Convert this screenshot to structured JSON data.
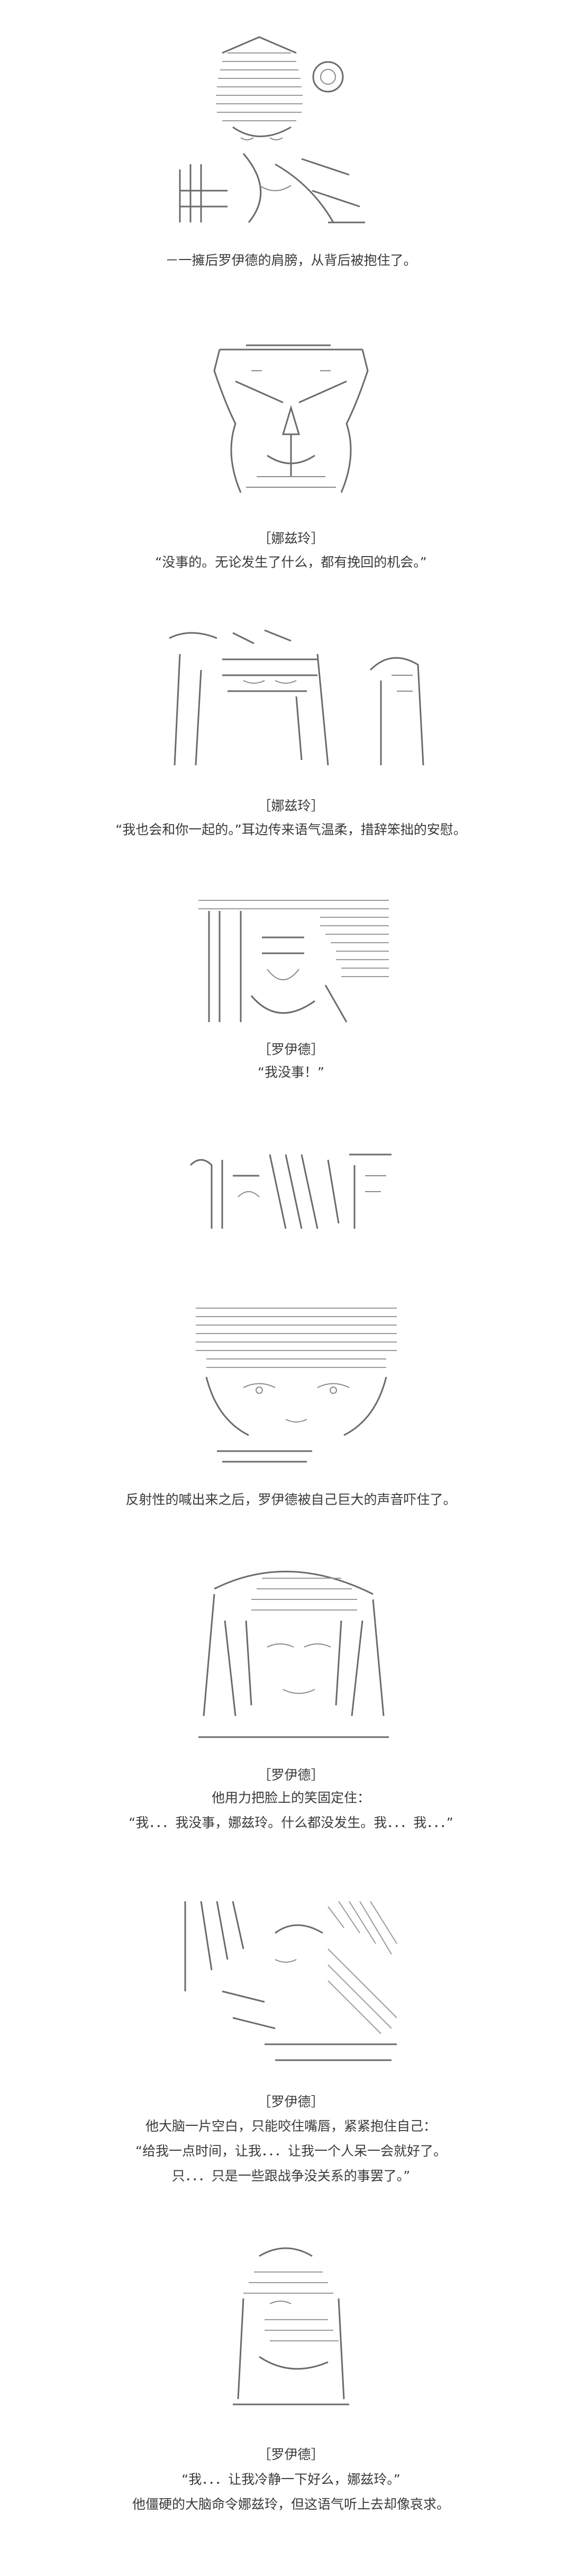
{
  "panels": [
    {
      "lines": [
        "－一擁后罗伊德的肩膀，从背后被抱住了。"
      ]
    },
    {
      "lines": [
        "［娜兹玲］",
        "“没事的。无论发生了什么，都有挽回的机会。”"
      ]
    },
    {
      "lines": [
        "［娜兹玲］",
        "“我也会和你一起的。”耳边传来语气温柔，措辞笨拙的安慰。"
      ]
    },
    {
      "lines": [
        "［罗伊德］",
        "“我没事！”"
      ]
    },
    {
      "lines": []
    },
    {
      "lines": [
        "反射性的喊出来之后，罗伊德被自己巨大的声音吓住了。"
      ]
    },
    {
      "lines": [
        "［罗伊德］",
        "他用力把脸上的笑固定住：",
        "“我．．．我没事，娜兹玲。什么都没发生。我．．．我．．．”"
      ]
    },
    {
      "lines": [
        "［罗伊德］",
        "他大脑一片空白，只能咬住嘴唇，紧紧抱住自己：",
        "“给我一点时间，让我．．．让我一个人呆一会就好了。",
        "只．．．只是一些跟战争没关系的事罢了。”"
      ]
    },
    {
      "lines": [
        "［罗伊德］",
        "“我．．．让我冷静一下好么，娜兹玲。”",
        "他僵硬的大脑命令娜兹玲，但这语气听上去却像哀求。"
      ]
    }
  ]
}
